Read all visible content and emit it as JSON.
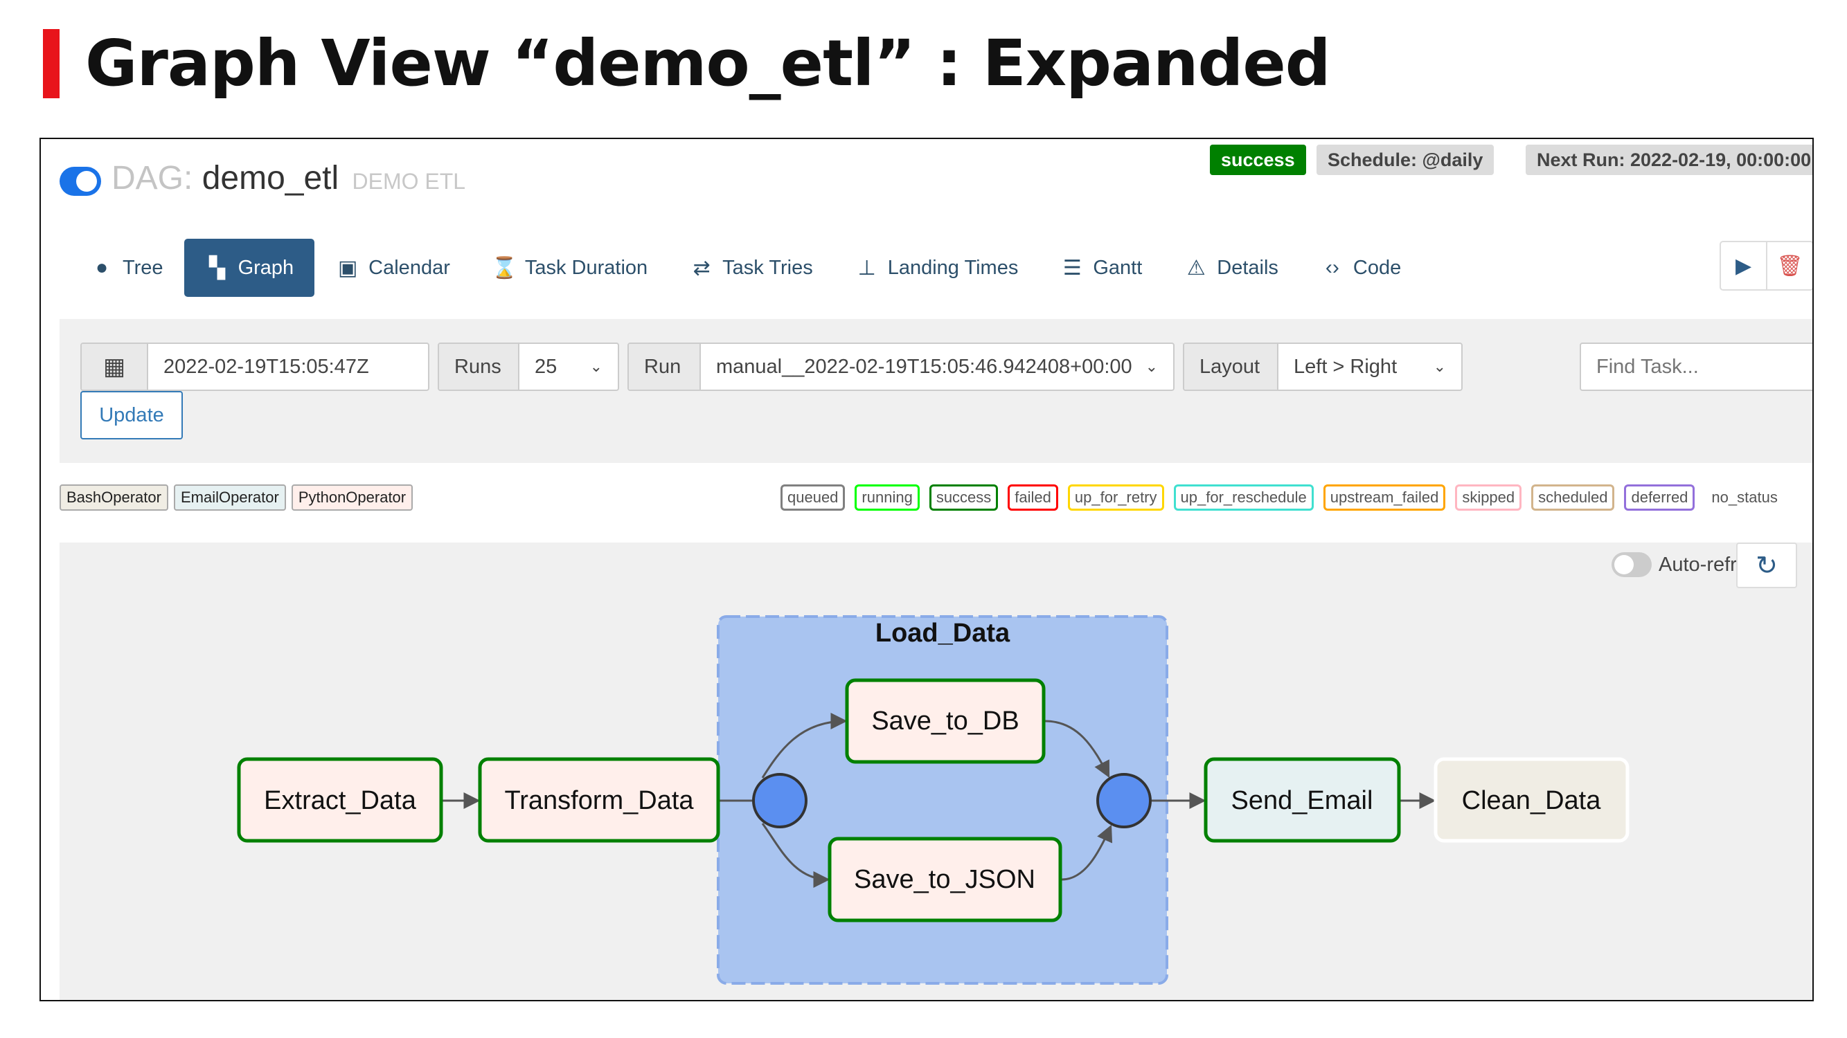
{
  "slide": {
    "title": "Graph View “demo_etl” : Expanded"
  },
  "header": {
    "dag_prefix": "DAG:",
    "dag_id": "demo_etl",
    "dag_description": "DEMO ETL",
    "status_badge": "success",
    "schedule": "Schedule: @daily",
    "next_run": "Next Run: 2022-02-19, 00:00:00"
  },
  "nav": {
    "tabs": [
      {
        "label": "Tree",
        "icon": "tree-icon",
        "active": false
      },
      {
        "label": "Graph",
        "icon": "graph-icon",
        "active": true
      },
      {
        "label": "Calendar",
        "icon": "calendar-icon",
        "active": false
      },
      {
        "label": "Task Duration",
        "icon": "hourglass-icon",
        "active": false
      },
      {
        "label": "Task Tries",
        "icon": "repeat-icon",
        "active": false
      },
      {
        "label": "Landing Times",
        "icon": "plane-landing-icon",
        "active": false
      },
      {
        "label": "Gantt",
        "icon": "gantt-icon",
        "active": false
      },
      {
        "label": "Details",
        "icon": "warning-triangle-icon",
        "active": false
      },
      {
        "label": "Code",
        "icon": "code-icon",
        "active": false
      }
    ]
  },
  "controls": {
    "base_date": "2022-02-19T15:05:47Z",
    "runs_label": "Runs",
    "runs_value": "25",
    "run_label": "Run",
    "run_value": "manual__2022-02-19T15:05:46.942408+00:00",
    "layout_label": "Layout",
    "layout_value": "Left > Right",
    "find_placeholder": "Find Task...",
    "update_label": "Update"
  },
  "operators": [
    {
      "name": "BashOperator",
      "color": "#f0ede4"
    },
    {
      "name": "EmailOperator",
      "color": "#e6f1f2"
    },
    {
      "name": "PythonOperator",
      "color": "#ffefeb"
    }
  ],
  "states": [
    {
      "name": "queued",
      "color": "#808080"
    },
    {
      "name": "running",
      "color": "#00ff00"
    },
    {
      "name": "success",
      "color": "#008000"
    },
    {
      "name": "failed",
      "color": "#ff0000"
    },
    {
      "name": "up_for_retry",
      "color": "#ffd700"
    },
    {
      "name": "up_for_reschedule",
      "color": "#40e0d0"
    },
    {
      "name": "upstream_failed",
      "color": "#ffa500"
    },
    {
      "name": "skipped",
      "color": "#ffb6c1"
    },
    {
      "name": "scheduled",
      "color": "#d2b48c"
    },
    {
      "name": "deferred",
      "color": "#9370db"
    },
    {
      "name": "no_status",
      "color": ""
    }
  ],
  "canvas": {
    "auto_refresh_label": "Auto-refresh",
    "group_label": "Load_Data",
    "nodes": [
      {
        "id": "extract",
        "label": "Extract_Data",
        "fill": "#ffefeb",
        "stroke": "#008000"
      },
      {
        "id": "transform",
        "label": "Transform_Data",
        "fill": "#ffefeb",
        "stroke": "#008000"
      },
      {
        "id": "save_db",
        "label": "Save_to_DB",
        "fill": "#ffefeb",
        "stroke": "#008000"
      },
      {
        "id": "save_json",
        "label": "Save_to_JSON",
        "fill": "#ffefeb",
        "stroke": "#008000"
      },
      {
        "id": "send_email",
        "label": "Send_Email",
        "fill": "#e6f1f2",
        "stroke": "#008000"
      },
      {
        "id": "clean",
        "label": "Clean_Data",
        "fill": "#f0ede4",
        "stroke": "#ffffff"
      }
    ],
    "colors": {
      "group_fill": "#a9c4f0",
      "group_border": "#8aabe8",
      "junction": "#5b8ff0",
      "edge": "#555555"
    }
  }
}
